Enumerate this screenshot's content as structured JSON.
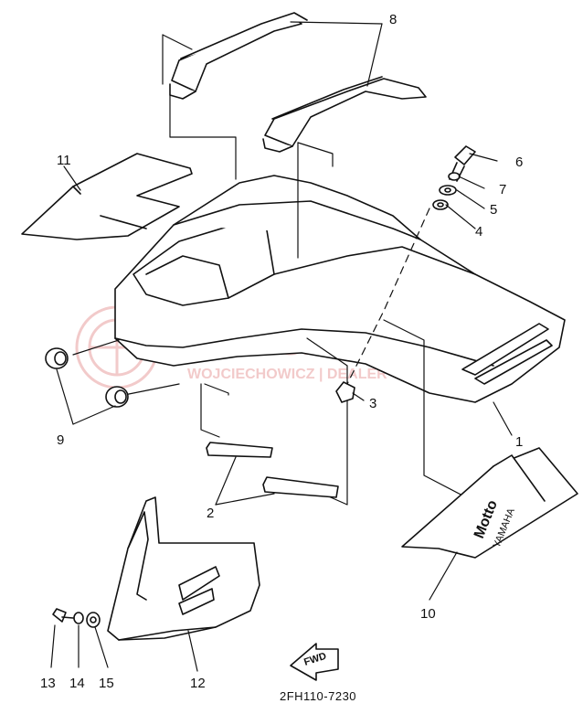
{
  "diagram": {
    "callouts": [
      {
        "id": "part-1",
        "label": "1"
      },
      {
        "id": "part-2",
        "label": "2"
      },
      {
        "id": "part-3",
        "label": "3"
      },
      {
        "id": "part-4",
        "label": "4"
      },
      {
        "id": "part-5",
        "label": "5"
      },
      {
        "id": "part-6",
        "label": "6"
      },
      {
        "id": "part-7",
        "label": "7"
      },
      {
        "id": "part-8",
        "label": "8"
      },
      {
        "id": "part-9",
        "label": "9"
      },
      {
        "id": "part-10",
        "label": "10"
      },
      {
        "id": "part-11",
        "label": "11"
      },
      {
        "id": "part-12",
        "label": "12"
      },
      {
        "id": "part-13",
        "label": "13"
      },
      {
        "id": "part-14",
        "label": "14"
      },
      {
        "id": "part-15",
        "label": "15"
      }
    ],
    "fwd_arrow_text": "FWD",
    "decal_text_motto": "Motto",
    "decal_text_brand": "YAMAHA",
    "drawing_code": "2FH110-7230"
  },
  "watermark": {
    "title": "YAMASKLEP.PL",
    "subtitle": "WOJCIECHOWICZ | DEALER YAMAHA",
    "color": "#e8a0a0"
  }
}
